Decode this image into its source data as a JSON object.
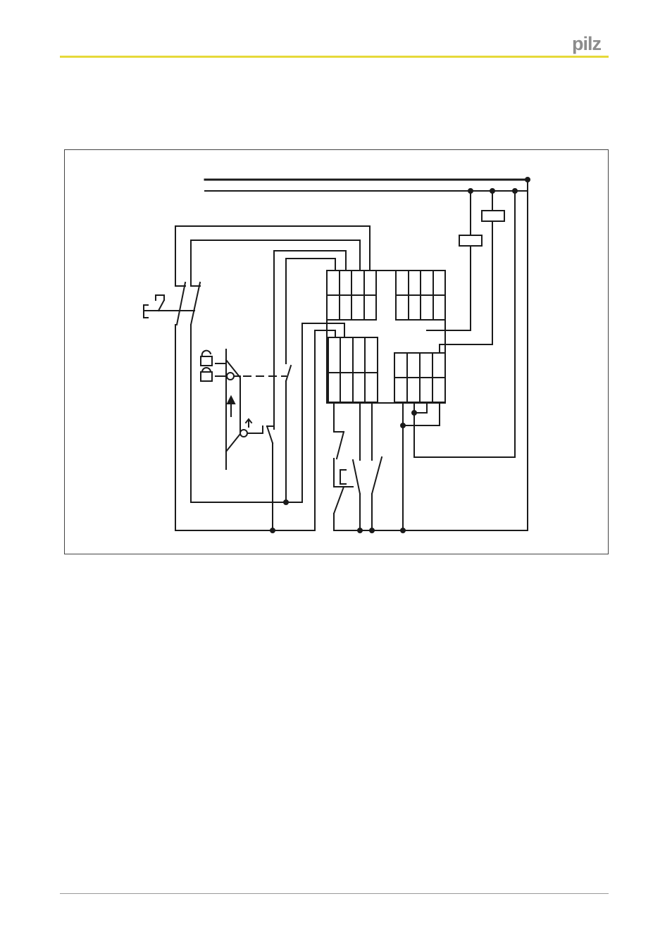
{
  "header": {
    "logo_text": "pilz",
    "logo_color": "#8c8c8c",
    "rule_color": "#e6d93a"
  },
  "figure": {
    "type": "wiring-diagram",
    "line_color": "#1a1a1a",
    "components": [
      "emergency-stop-button",
      "safety-gate-lock-switch",
      "reset-button",
      "safety-relay-module",
      "load-contactor-1",
      "load-contactor-2"
    ]
  },
  "footer": {
    "rule_color": "#9a9a9a"
  }
}
